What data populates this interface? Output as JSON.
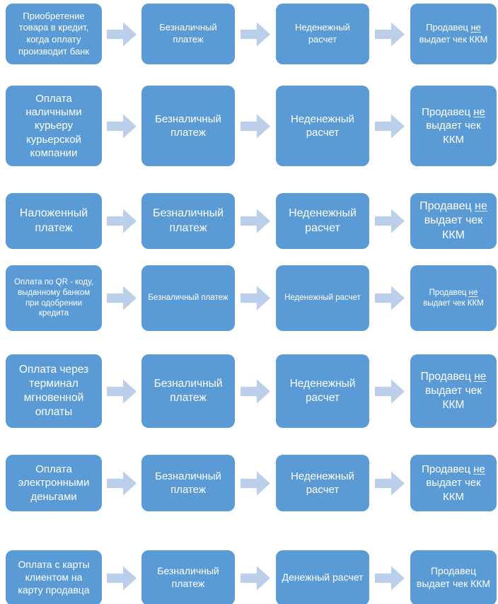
{
  "colors": {
    "box_fill": "#5B9BD5",
    "arrow_fill": "#BCCFEA",
    "box_text": "#FFFFFF",
    "background": "#FFFFFF"
  },
  "rows": [
    {
      "source": "Приобретение товара в кредит, когда оплату производит банк",
      "method": "Безналичный платеж",
      "settlement": "Неденежный расчет",
      "result_prefix": "Продавец ",
      "result_negation": "не",
      "result_suffix": " выдает чек ККМ"
    },
    {
      "source": "Оплата наличными курьеру курьерской компании",
      "method": "Безналичный платеж",
      "settlement": "Неденежный расчет",
      "result_prefix": "Продавец ",
      "result_negation": "не",
      "result_suffix": " выдает чек ККМ"
    },
    {
      "source": "Наложенный платеж",
      "method": "Безналичный платеж",
      "settlement": "Неденежный расчет",
      "result_prefix": "Продавец ",
      "result_negation": "не",
      "result_suffix": " выдает чек ККМ"
    },
    {
      "source": "Оплата по QR - коду, выданному банком при одобрении кредита",
      "method": "Безналичный платеж",
      "settlement": "Неденежный расчет",
      "result_prefix": "Продавец ",
      "result_negation": "не",
      "result_suffix": " выдает чек ККМ"
    },
    {
      "source": "Оплата через терминал мгновенной оплаты",
      "method": "Безналичный платеж",
      "settlement": "Неденежный расчет",
      "result_prefix": "Продавец ",
      "result_negation": "не",
      "result_suffix": " выдает чек ККМ"
    },
    {
      "source": "Оплата электронными деньгами",
      "method": "Безналичный платеж",
      "settlement": "Неденежный расчет",
      "result_prefix": "Продавец ",
      "result_negation": "не",
      "result_suffix": " выдает чек ККМ"
    },
    {
      "source": "Оплата с карты клиентом на карту продавца",
      "method": "Безналичный платеж",
      "settlement": "Денежный расчет",
      "result_prefix": "Продавец ",
      "result_negation": "",
      "result_suffix": " выдает чек ККМ"
    }
  ]
}
